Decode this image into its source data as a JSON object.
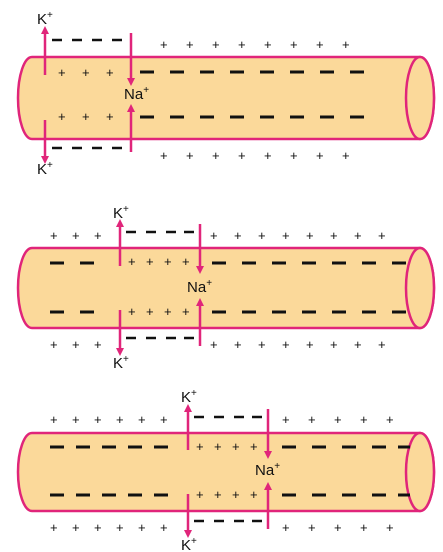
{
  "figure": {
    "panels": [
      {
        "id": "panel-1",
        "top_row": {
          "left": "− −",
          "right": "+ + + + + + + +"
        },
        "inner_top": {
          "left": "+ + +",
          "right": "− − − − − − − −"
        },
        "inner_bottom": {
          "left": "+ + +",
          "right": "− − − − − − − −"
        },
        "bottom_row": {
          "left": "− −",
          "right": "+ + + + + + + +"
        },
        "labels": [
          "K+",
          "Na+",
          "K+"
        ]
      },
      {
        "id": "panel-2",
        "top_row": {
          "left": "+ +",
          "mid": "− − −",
          "right": "+ + + + + + +"
        },
        "inner_top": {
          "left": "− −",
          "mid": "+ + +",
          "right": "− − − − − − −"
        },
        "inner_bottom": {
          "left": "− −",
          "mid": "+ + +",
          "right": "− − − − − − −"
        },
        "bottom_row": {
          "left": "+ +",
          "mid": "− − −",
          "right": "+ + + + + + +"
        },
        "labels": [
          "K+",
          "Na+",
          "K+"
        ]
      },
      {
        "id": "panel-3",
        "top_row": {
          "left": "+ + + + +",
          "mid": "− − −",
          "right": "+ + + + +"
        },
        "inner_top": {
          "left": "− − − − −",
          "mid": "+ + +",
          "right": "− − − − −"
        },
        "inner_bottom": {
          "left": "− − − − −",
          "mid": "+ + +",
          "right": "− − − − −"
        },
        "bottom_row": {
          "left": "+ + + + +",
          "mid": "− − −",
          "right": "+ + + + +"
        },
        "labels": [
          "K+",
          "Na+",
          "K+"
        ]
      }
    ],
    "ions": {
      "potassium": {
        "symbol": "K",
        "charge": "+"
      },
      "sodium": {
        "symbol": "Na",
        "charge": "+"
      }
    },
    "colors": {
      "axon_fill": "#fbd99a",
      "axon_edge": "#e0257a",
      "arrow": "#e0257a",
      "charge": "#111111"
    }
  }
}
